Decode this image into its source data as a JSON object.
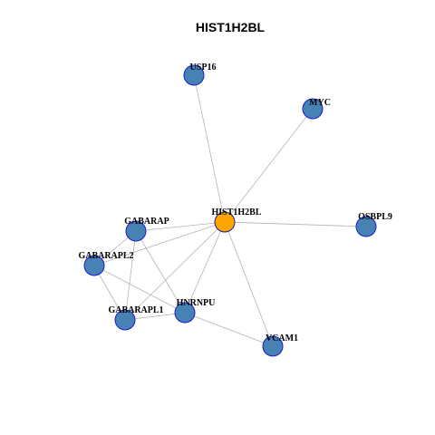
{
  "title": "HIST1H2BL",
  "colors": {
    "hub_fill": "#FFA500",
    "node_fill": "#4682B4",
    "hub_border": "#1a1a8c",
    "node_border": "#1a1acc",
    "edge": "#b4b4b4"
  },
  "nodes": [
    {
      "id": "HIST1H2BL",
      "label": "HIST1H2BL",
      "hub": true
    },
    {
      "id": "USP16",
      "label": "USP16",
      "hub": false
    },
    {
      "id": "MYC",
      "label": "MYC",
      "hub": false
    },
    {
      "id": "OSBPL9",
      "label": "OSBPL9",
      "hub": false
    },
    {
      "id": "GABARAP",
      "label": "GABARAP",
      "hub": false
    },
    {
      "id": "GABARAPL2",
      "label": "GABARAPL2",
      "hub": false
    },
    {
      "id": "GABARAPL1",
      "label": "GABARAPL1",
      "hub": false
    },
    {
      "id": "HNRNPU",
      "label": "HNRNPU",
      "hub": false
    },
    {
      "id": "VCAM1",
      "label": "VCAM1",
      "hub": false
    }
  ],
  "edges": [
    [
      "HIST1H2BL",
      "USP16"
    ],
    [
      "HIST1H2BL",
      "MYC"
    ],
    [
      "HIST1H2BL",
      "OSBPL9"
    ],
    [
      "HIST1H2BL",
      "GABARAP"
    ],
    [
      "HIST1H2BL",
      "GABARAPL2"
    ],
    [
      "HIST1H2BL",
      "GABARAPL1"
    ],
    [
      "HIST1H2BL",
      "HNRNPU"
    ],
    [
      "HIST1H2BL",
      "VCAM1"
    ],
    [
      "GABARAP",
      "GABARAPL2"
    ],
    [
      "GABARAP",
      "GABARAPL1"
    ],
    [
      "GABARAP",
      "HNRNPU"
    ],
    [
      "GABARAPL2",
      "GABARAPL1"
    ],
    [
      "GABARAPL2",
      "HNRNPU"
    ],
    [
      "GABARAPL1",
      "HNRNPU"
    ],
    [
      "HNRNPU",
      "VCAM1"
    ]
  ]
}
